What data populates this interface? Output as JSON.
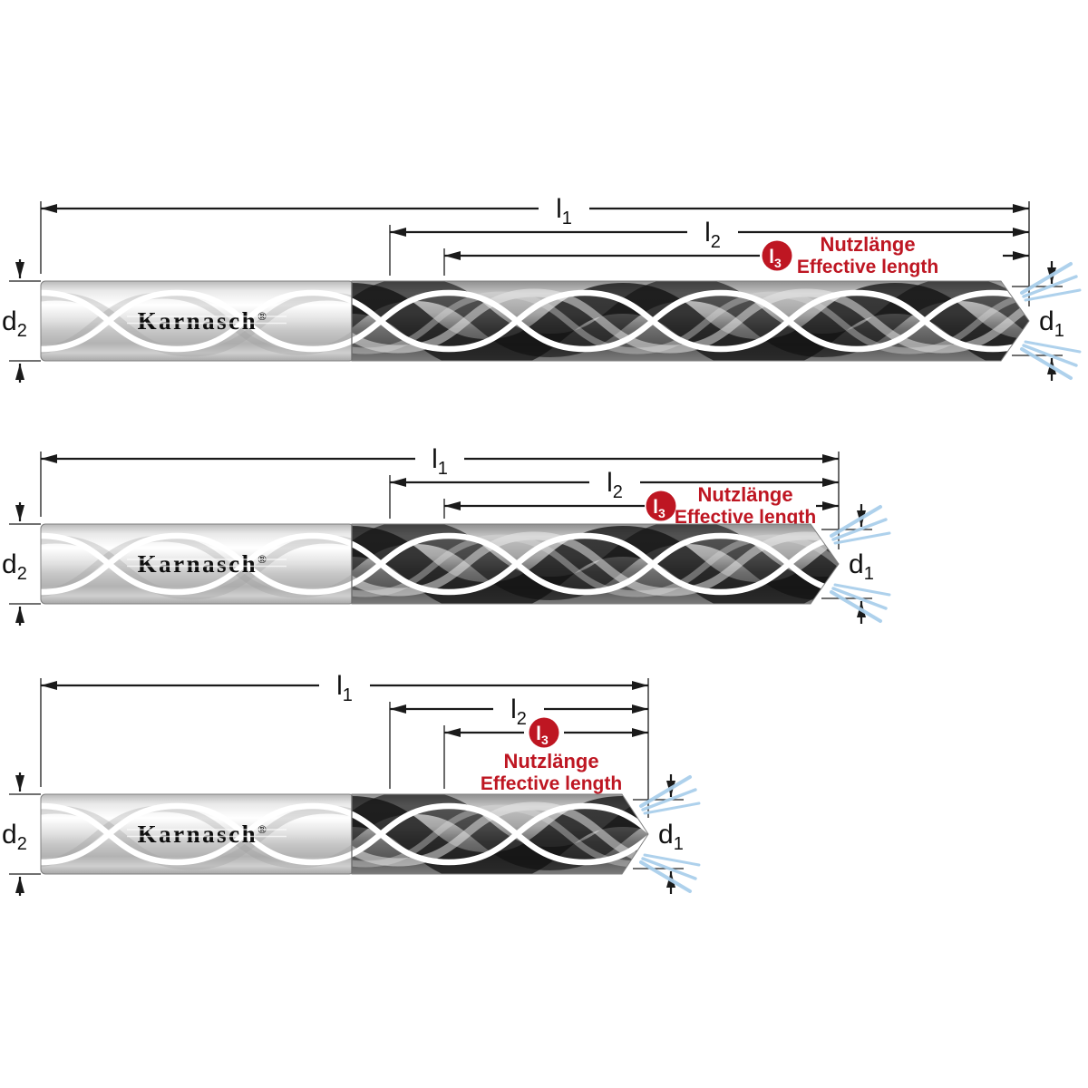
{
  "brand": {
    "name": "Karnasch",
    "registered": "®"
  },
  "dimension_labels": {
    "l1": {
      "base": "l",
      "sub": "1"
    },
    "l2": {
      "base": "l",
      "sub": "2"
    },
    "l3": {
      "base": "l",
      "sub": "3"
    },
    "d1": {
      "base": "d",
      "sub": "1"
    },
    "d2": {
      "base": "d",
      "sub": "2"
    }
  },
  "notes": {
    "nutzlaenge": "Nutzlänge",
    "effective_length": "Effective length"
  },
  "colors": {
    "accent_red": "#be1622",
    "dimension_black": "#1a1a1a",
    "coolant_blue": "#aacfeb",
    "metal_light": "#f2f2f2",
    "metal_dark": "#5a5a5a"
  },
  "views": [
    {
      "name": "long drill",
      "visible_labels": [
        "l1",
        "l2",
        "l3",
        "d1",
        "d2",
        "Nutzlänge",
        "Effective length",
        "Karnasch"
      ]
    },
    {
      "name": "medium drill",
      "visible_labels": [
        "l1",
        "l2",
        "l3",
        "d1",
        "d2",
        "Nutzlänge",
        "Effective length",
        "Karnasch"
      ]
    },
    {
      "name": "short drill",
      "visible_labels": [
        "l1",
        "l2",
        "l3",
        "d1",
        "d2",
        "Nutzlänge",
        "Effective length",
        "Karnasch"
      ]
    }
  ]
}
